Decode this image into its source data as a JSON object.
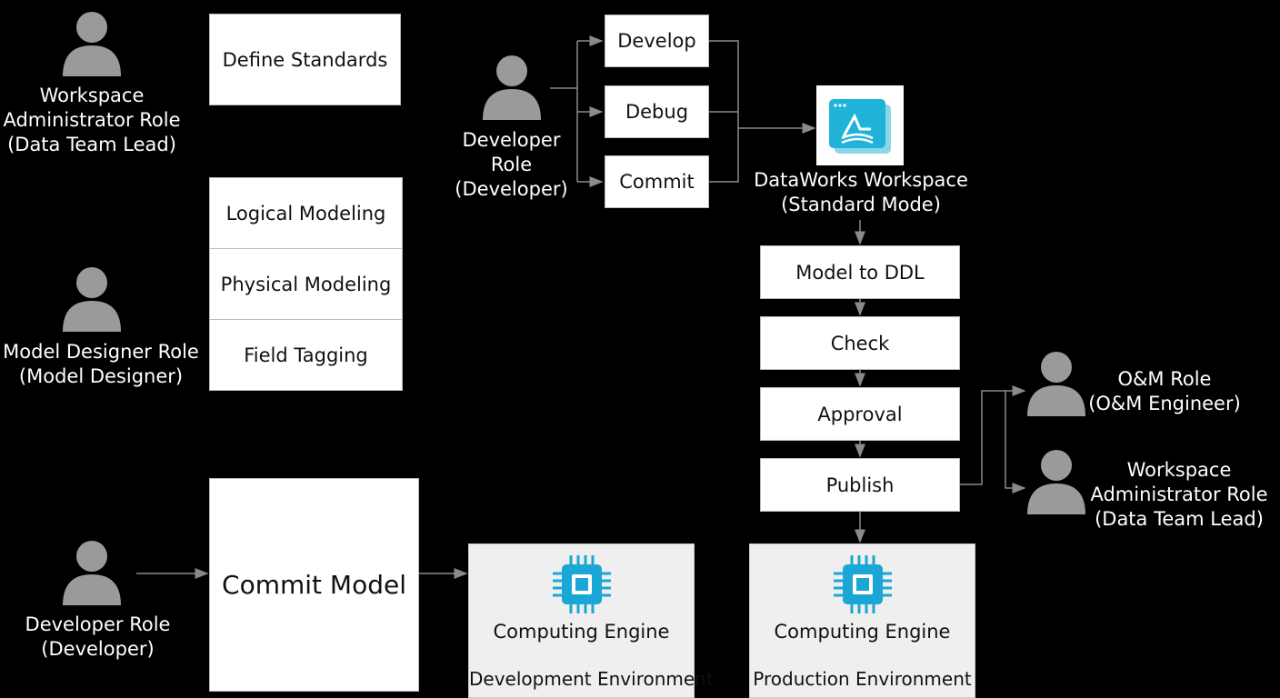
{
  "roles": {
    "workspace_admin_top": "Workspace\nAdministrator Role\n(Data Team Lead)",
    "model_designer": "Model Designer Role\n(Model Designer)",
    "developer_bottom": "Developer Role\n(Developer)",
    "developer_top": "Developer\nRole\n(Developer)",
    "om": "O&M Role\n(O&M Engineer)",
    "workspace_admin_right": "Workspace\nAdministrator Role\n(Data Team Lead)"
  },
  "boxes": {
    "define_standards": "Define Standards",
    "logical_modeling": "Logical Modeling",
    "physical_modeling": "Physical Modeling",
    "field_tagging": "Field Tagging",
    "commit_model": "Commit Model",
    "develop": "Develop",
    "debug": "Debug",
    "commit": "Commit",
    "model_to_ddl": "Model to DDL",
    "check": "Check",
    "approval": "Approval",
    "publish": "Publish"
  },
  "workspace": {
    "label": "DataWorks Workspace\n(Standard Mode)",
    "icon": "dataworks-icon"
  },
  "engines": {
    "dev": {
      "title": "Computing Engine",
      "env": "Development Environment",
      "icon": "chip-icon"
    },
    "prod": {
      "title": "Computing Engine",
      "env": "Production Environment",
      "icon": "chip-icon"
    }
  },
  "colors": {
    "background": "#000000",
    "person": "#9a9a9a",
    "arrow": "#8a8a8a",
    "chip": "#1aa7d6"
  }
}
